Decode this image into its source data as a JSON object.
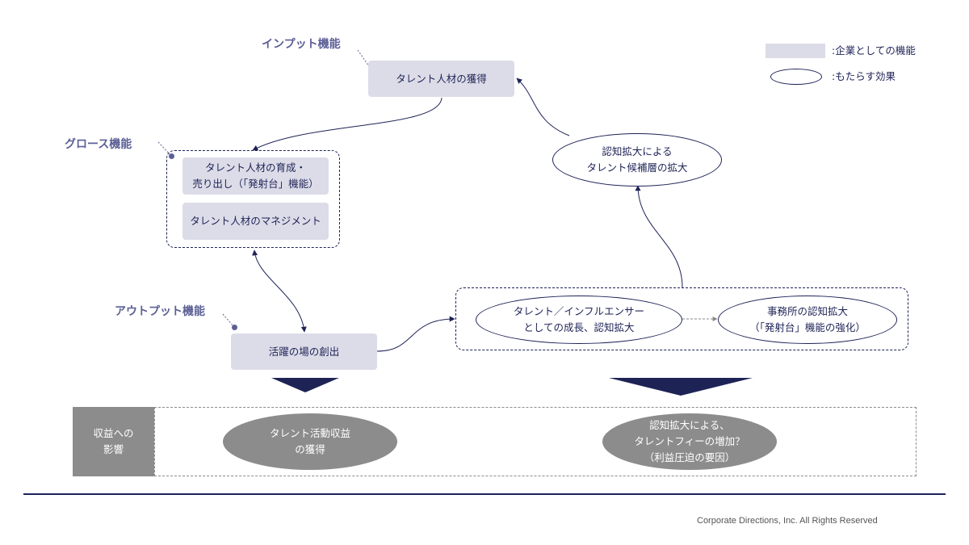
{
  "legend": {
    "function_label": ":企業としての機能",
    "effect_label": ":もたらす効果"
  },
  "function_labels": {
    "input": "インプット機能",
    "growth": "グロース機能",
    "output": "アウトプット機能"
  },
  "functions": {
    "acquisition": "タレント人材の獲得",
    "development": "タレント人材の育成・\n売り出し（「発射台」機能）",
    "management": "タレント人材のマネジメント",
    "creation": "活躍の場の創出"
  },
  "effects": {
    "candidate_expansion": "認知拡大による\nタレント候補層の拡大",
    "talent_growth": "タレント／インフルエンサー\nとしての成長、認知拡大",
    "agency_awareness": "事務所の認知拡大\n（「発射台」機能の強化）"
  },
  "revenue": {
    "side_label": "収益への\n影響",
    "activity_revenue": "タレント活動収益\nの獲得",
    "fee_increase": "認知拡大による、\nタレントフィーの増加？\n（利益圧迫の要因）"
  },
  "footer": {
    "copyright": "Corporate Directions, Inc. All Rights Reserved"
  },
  "colors": {
    "navy": "#1e2356",
    "function_fill": "#dcdce8",
    "label_purple": "#5b5f95",
    "revenue_gray": "#8c8c8c"
  }
}
